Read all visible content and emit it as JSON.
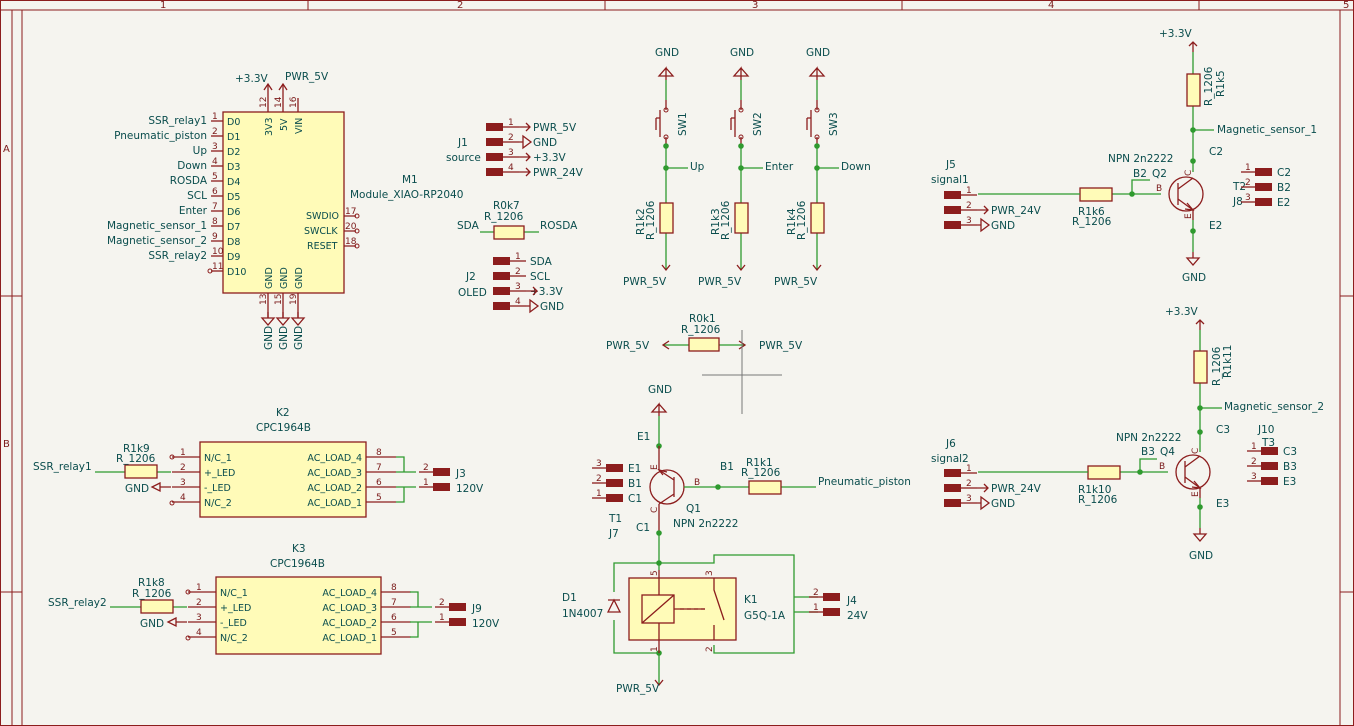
{
  "frame": {
    "columns": [
      "1",
      "2",
      "3",
      "4",
      "5"
    ],
    "rows": [
      "A",
      "B"
    ]
  },
  "xiao": {
    "ref": "M1",
    "value": "Module_XIAO-RP2040",
    "top_pins": [
      {
        "num": "12",
        "name": "3V3",
        "net": "+3.3V"
      },
      {
        "num": "14",
        "name": "5V",
        "net": "PWR_5V"
      },
      {
        "num": "16",
        "name": "VIN",
        "net": ""
      }
    ],
    "left_pins": [
      {
        "num": "1",
        "name": "D0",
        "net": "SSR_relay1"
      },
      {
        "num": "2",
        "name": "D1",
        "net": "Pneumatic_piston"
      },
      {
        "num": "3",
        "name": "D2",
        "net": "Up"
      },
      {
        "num": "4",
        "name": "D3",
        "net": "Down"
      },
      {
        "num": "5",
        "name": "D4",
        "net": "ROSDA"
      },
      {
        "num": "6",
        "name": "D5",
        "net": "SCL"
      },
      {
        "num": "7",
        "name": "D6",
        "net": "Enter"
      },
      {
        "num": "8",
        "name": "D7",
        "net": "Magnetic_sensor_1"
      },
      {
        "num": "9",
        "name": "D8",
        "net": "Magnetic_sensor_2"
      },
      {
        "num": "10",
        "name": "D9",
        "net": "SSR_relay2"
      },
      {
        "num": "11",
        "name": "D10",
        "net": ""
      }
    ],
    "right_pins": [
      {
        "num": "17",
        "name": "SWDIO"
      },
      {
        "num": "20",
        "name": "SWCLK"
      },
      {
        "num": "18",
        "name": "RESET"
      }
    ],
    "bottom_pins": [
      {
        "num": "13",
        "name": "GND"
      },
      {
        "num": "15",
        "name": "GND"
      },
      {
        "num": "19",
        "name": "GND"
      }
    ],
    "bottom_net": "GND"
  },
  "j1": {
    "ref": "J1",
    "value": "source",
    "pins": [
      {
        "num": "1",
        "net": "PWR_5V"
      },
      {
        "num": "2",
        "net": "GND"
      },
      {
        "num": "3",
        "net": "+3.3V"
      },
      {
        "num": "4",
        "net": "PWR_24V"
      }
    ]
  },
  "r0k7": {
    "ref": "R0k7",
    "value": "R_1206",
    "left_net": "SDA",
    "right_net": "ROSDA"
  },
  "j2": {
    "ref": "J2",
    "value": "OLED",
    "pins": [
      {
        "num": "1",
        "net": "SDA"
      },
      {
        "num": "2",
        "net": "SCL"
      },
      {
        "num": "3",
        "net": "+3.3V"
      },
      {
        "num": "4",
        "net": "GND"
      }
    ]
  },
  "switches": [
    {
      "ref": "SW1",
      "res_ref": "R1k2",
      "res_value": "R_1206",
      "net": "Up",
      "top_net": "GND",
      "bottom_net": "PWR_5V"
    },
    {
      "ref": "SW2",
      "res_ref": "R1k3",
      "res_value": "R_1206",
      "net": "Enter",
      "top_net": "GND",
      "bottom_net": "PWR_5V"
    },
    {
      "ref": "SW3",
      "res_ref": "R1k4",
      "res_value": "R_1206",
      "net": "Down",
      "top_net": "GND",
      "bottom_net": "PWR_5V"
    }
  ],
  "r0k1": {
    "ref": "R0k1",
    "value": "R_1206",
    "left_net": "PWR_5V",
    "right_net": "PWR_5V"
  },
  "sensor1": {
    "vcc": "+3.3V",
    "pullup_ref": "R1k5",
    "pullup_value": "R_1206",
    "net": "Magnetic_sensor_1",
    "c_label": "C2",
    "b_label": "B2",
    "e_label": "E2",
    "q_ref": "Q2",
    "q_value": "NPN 2n2222",
    "b_pin": "B",
    "c_pin": "C",
    "e_pin": "E",
    "in_ref": "J5",
    "in_value": "signal1",
    "in_pins": [
      {
        "num": "1",
        "net": ""
      },
      {
        "num": "2",
        "net": "PWR_24V"
      },
      {
        "num": "3",
        "net": "GND"
      }
    ],
    "base_res_ref": "R1k6",
    "base_res_value": "R_1206",
    "tp_ref": "T2",
    "tp_value": "J8",
    "tp_pins": [
      {
        "num": "1",
        "net": "C2"
      },
      {
        "num": "2",
        "net": "B2"
      },
      {
        "num": "3",
        "net": "E2"
      }
    ],
    "gnd": "GND"
  },
  "sensor2": {
    "vcc": "+3.3V",
    "pullup_ref": "R1k11",
    "pullup_value": "R_1206",
    "net": "Magnetic_sensor_2",
    "c_label": "C3",
    "b_label": "B3",
    "e_label": "E3",
    "q_ref": "Q4",
    "q_value": "NPN 2n2222",
    "b_pin": "B",
    "c_pin": "C",
    "e_pin": "E",
    "in_ref": "J6",
    "in_value": "signal2",
    "in_pins": [
      {
        "num": "1",
        "net": ""
      },
      {
        "num": "2",
        "net": "PWR_24V"
      },
      {
        "num": "3",
        "net": "GND"
      }
    ],
    "base_res_ref": "R1k10",
    "base_res_value": "R_1206",
    "tp_ref": "J10",
    "tp_value": "T3",
    "tp_pins": [
      {
        "num": "1",
        "net": "C3"
      },
      {
        "num": "2",
        "net": "B3"
      },
      {
        "num": "3",
        "net": "E3"
      }
    ],
    "gnd": "GND"
  },
  "ssr1": {
    "ref": "K2",
    "value": "CPC1964B",
    "input_net": "SSR_relay1",
    "res_ref": "R1k9",
    "res_value": "R_1206",
    "gnd": "GND",
    "left_pins": [
      {
        "num": "1",
        "name": "N/C_1"
      },
      {
        "num": "2",
        "name": "+_LED"
      },
      {
        "num": "3",
        "name": "-_LED"
      },
      {
        "num": "4",
        "name": "N/C_2"
      }
    ],
    "right_pins": [
      {
        "num": "8",
        "name": "AC_LOAD_4"
      },
      {
        "num": "7",
        "name": "AC_LOAD_3"
      },
      {
        "num": "6",
        "name": "AC_LOAD_2"
      },
      {
        "num": "5",
        "name": "AC_LOAD_1"
      }
    ],
    "conn_ref": "J3",
    "conn_value": "120V",
    "conn_pins": [
      "2",
      "1"
    ]
  },
  "ssr2": {
    "ref": "K3",
    "value": "CPC1964B",
    "input_net": "SSR_relay2",
    "res_ref": "R1k8",
    "res_value": "R_1206",
    "gnd": "GND",
    "left_pins": [
      {
        "num": "1",
        "name": "N/C_1"
      },
      {
        "num": "2",
        "name": "+_LED"
      },
      {
        "num": "3",
        "name": "-_LED"
      },
      {
        "num": "4",
        "name": "N/C_2"
      }
    ],
    "right_pins": [
      {
        "num": "8",
        "name": "AC_LOAD_4"
      },
      {
        "num": "7",
        "name": "AC_LOAD_3"
      },
      {
        "num": "6",
        "name": "AC_LOAD_2"
      },
      {
        "num": "5",
        "name": "AC_LOAD_1"
      }
    ],
    "conn_ref": "J9",
    "conn_value": "120V",
    "conn_pins": [
      "2",
      "1"
    ]
  },
  "piston": {
    "gnd": "GND",
    "e_label": "E1",
    "b_label": "B1",
    "c_label": "C1",
    "q_ref": "Q1",
    "q_value": "NPN 2n2222",
    "b_pin": "B",
    "c_pin": "C",
    "e_pin": "E",
    "base_res_ref": "R1k1",
    "base_res_value": "R_1206",
    "net": "Pneumatic_piston",
    "tp_ref": "T1",
    "tp_value": "J7",
    "tp_pins": [
      {
        "num": "3",
        "net": "E1"
      },
      {
        "num": "2",
        "net": "B1"
      },
      {
        "num": "1",
        "net": "C1"
      }
    ],
    "diode_ref": "D1",
    "diode_value": "1N4007",
    "relay_ref": "K1",
    "relay_value": "G5Q-1A",
    "relay_pins": [
      "5",
      "3",
      "1",
      "2"
    ],
    "pwr": "PWR_5V",
    "conn_ref": "J4",
    "conn_value": "24V",
    "conn_pins": [
      "2",
      "1"
    ]
  }
}
